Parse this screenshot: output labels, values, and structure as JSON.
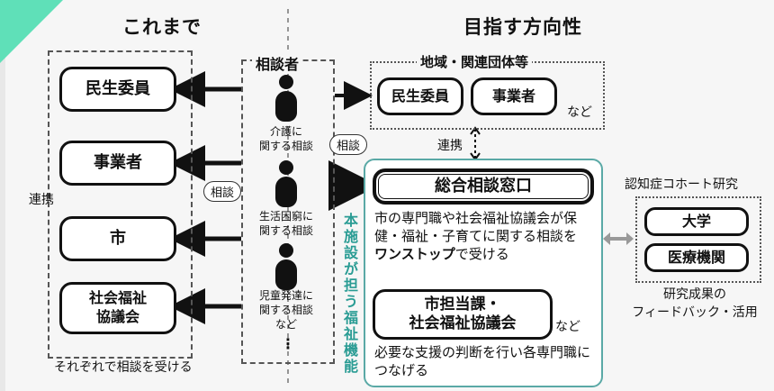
{
  "left": {
    "heading": "これまで",
    "items": [
      "民生委員",
      "事業者",
      "市",
      "社会福祉\n協議会"
    ],
    "side_label": "連携",
    "footer": "それぞれで相談を受ける"
  },
  "center": {
    "heading": "相談者",
    "consult_bubble": "相談",
    "topics": [
      "介護に\n関する相談",
      "生活困窮に\n関する相談",
      "児童発達に\n関する相談\nなど"
    ],
    "ellipsis": "⋮"
  },
  "right": {
    "heading": "目指す方向性",
    "region_label": "地域・関連団体等",
    "region_items": [
      "民生委員",
      "事業者"
    ],
    "region_suffix": "など",
    "consult_bubble": "相談",
    "link_label": "連携",
    "facility_vertical": "本施設が担う福祉機能",
    "center_title": "総合相談窓口",
    "center_desc_prefix": "市の専門職や社会福祉協議会が保健・福祉・子育てに関する相談を",
    "center_desc_bold": "ワンストップ",
    "center_desc_suffix": "で受ける",
    "city_box": "市担当課・\n社会福祉協議会",
    "city_suffix": "など",
    "city_desc": "必要な支援の判断を行い各専門職につなげる"
  },
  "research": {
    "heading": "認知症コホート研究",
    "items": [
      "大学",
      "医療機関"
    ],
    "footer": "研究成果の\nフィードバック・活用"
  }
}
